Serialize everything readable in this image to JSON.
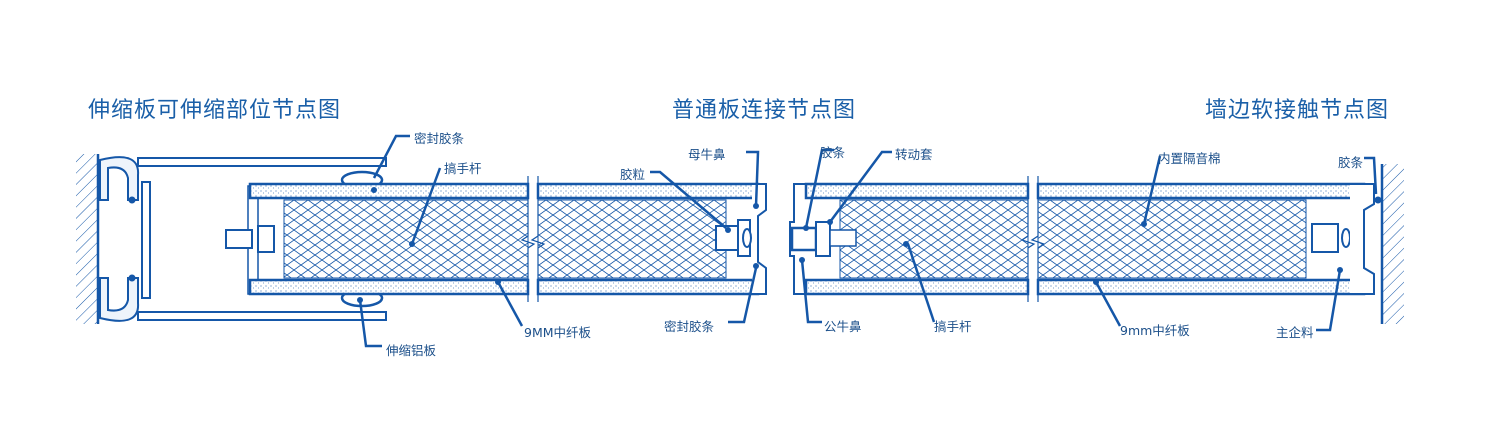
{
  "titles": {
    "left": "伸缩板可伸缩部位节点图",
    "middle": "普通板连接节点图",
    "right": "墙边软接触节点图"
  },
  "labels": {
    "seal_strip": "密封胶条",
    "handle_rod": "搞手杆",
    "aluminum_plate": "伸缩铝板",
    "board_9mm_upper": "9MM中纤板",
    "rubber_bead": "胶粒",
    "female_nose": "母牛鼻",
    "seal_strip_2": "密封胶条",
    "rubber_strip": "胶条",
    "rotating_sleeve": "转动套",
    "male_nose": "公牛鼻",
    "handle_rod_2": "搞手杆",
    "insulation": "内置隔音棉",
    "board_9mm_lower": "9mm中纤板",
    "rubber_strip_2": "胶条",
    "main_profile": "主企料"
  },
  "colors": {
    "line": "#1557a8",
    "title": "#1a5fa8",
    "label": "#1b4f8a",
    "fill_light": "#eef4fb"
  }
}
